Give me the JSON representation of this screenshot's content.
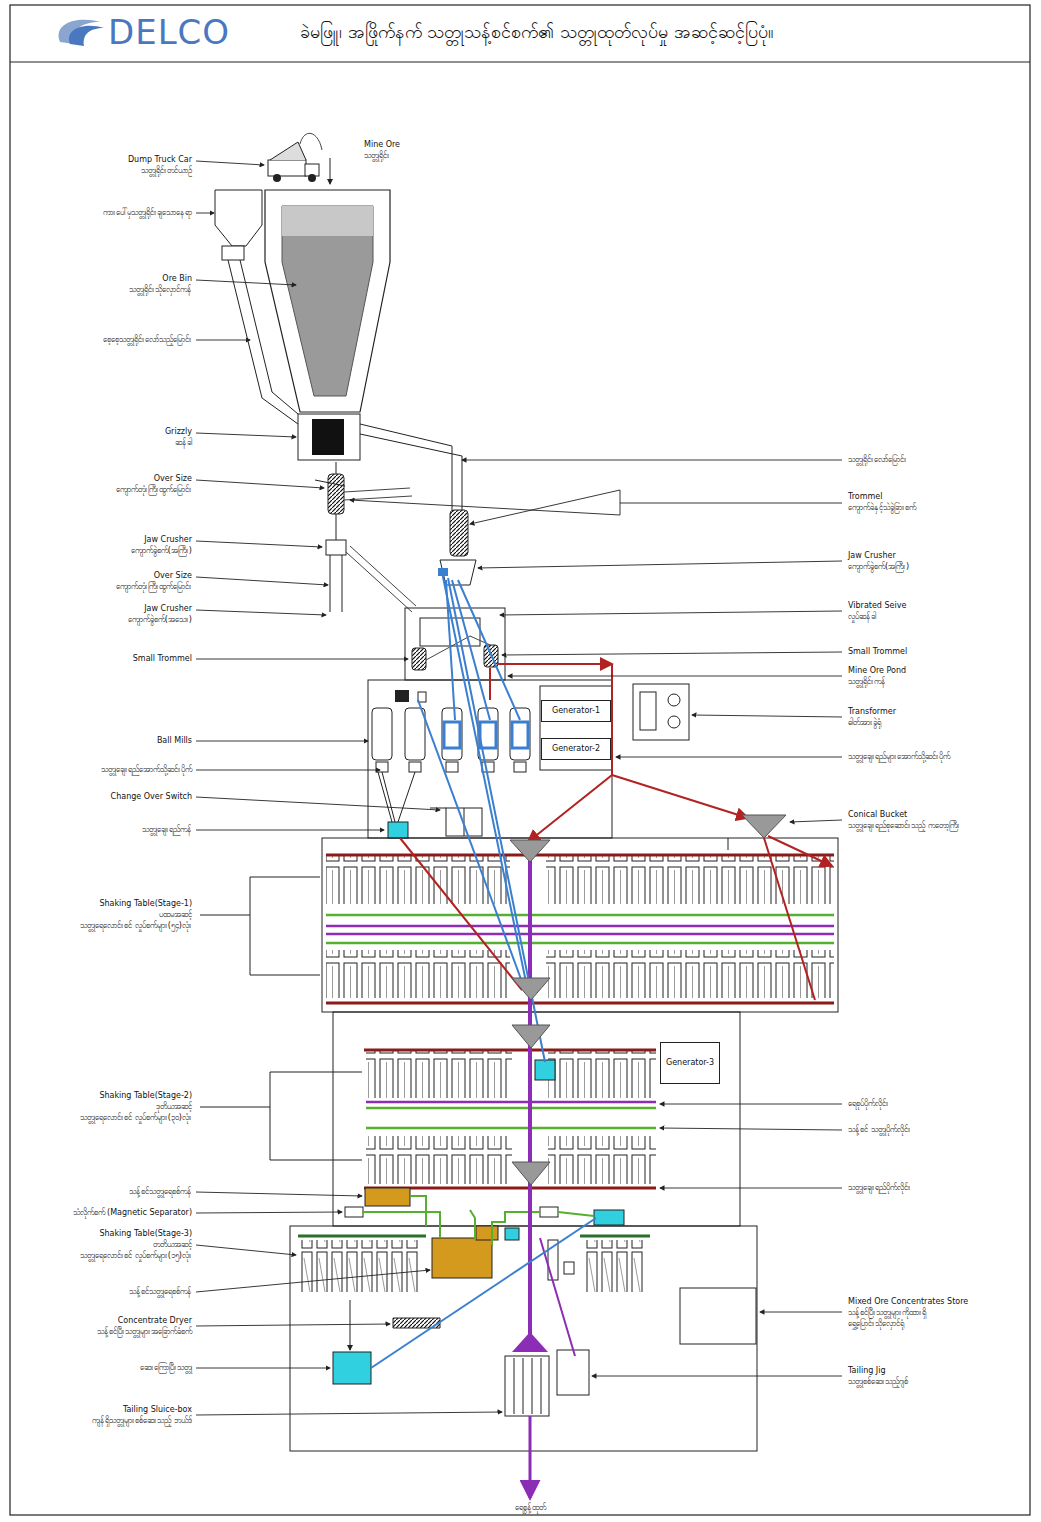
{
  "diagram": {
    "title": "ခဲမဖြူ၊ အဖြိုက်နက် သတ္တုသန့်စင်စက်၏ သတ္တုထုတ်လုပ်မှု အဆင့်ဆင့်ပြပုံ။",
    "nodes": [
      {
        "text": [
          "Generator-1"
        ]
      },
      {
        "text": [
          "Generator-2"
        ]
      },
      {
        "text": [
          "Generator-3"
        ]
      }
    ],
    "labels": [
      "Dump Truck Car",
      "သတ္တုရိုင်းတင်ယာဉ်",
      "Mine Ore",
      "သတ္တုရိုင်း",
      "ကားပေါ်မှသတ္တုရိုင်းချသောနေရာ",
      "Ore Bin",
      "သတ္တုရိုင်းသိုလှောင်ကန်",
      "စေ့စေ့သတ္တုရိုင်းလော်သည့်မြောင်း",
      "Grizzly",
      "ဆန်ခါ",
      "Over Size",
      "ကျောက်တုံးကြီးထွက်မြောင်း",
      "Jaw Crusher",
      "ကျောက်ခွဲစက်(အကြီး)",
      "Over Size",
      "ကျောက်တုံးကြီးထွက်မြောင်း",
      "Jaw Crusher",
      "ကျောက်ခွဲစက်(အသေး)",
      "Small Trommel",
      "Ball Mills",
      "သတ္တုချေးရည်အောက်သို့ဆင်းပိုက်",
      "Change Over Switch",
      "သတ္တုချေးရည်ကန်",
      "Shaking Table(Stage-1)",
      "ပထမအဆင့်",
      "သတ္တုရေလောင်းစင် လှုပ်စက်များ(၅၄)လုံး",
      "Shaking Table(Stage-2)",
      "ဒုတိယအဆင့်",
      "သတ္တုရေလောင်းစင် လှုပ်စက်များ(၃၀)လုံး",
      "သန့်စင်သတ္တုရေစစ်ကန်",
      "သံလိုက်စက် (Magnetic Separator)",
      "Shaking Table(Stage-3)",
      "တတိယအဆင့်",
      "သတ္တုရေလောင်းစင် လှုပ်စက်များ(၁၅)လုံး",
      "သန့်စင်သတ္တုရေစစ်ကန်",
      "Concentrate Dryer",
      "သန့်စင်ပြီးသတ္တုများအခြောက်ခံစက်",
      "ဆေးကြောပြီးသတ္တု",
      "Tailing Sluice-box",
      "ကျန်ရှိသတ္တုများစစ်ဆေးသည့် ဘယ်ဒ်",
      "သတ္တုရိုင်းလော်မြောင်း",
      "Trommel",
      "ကျောက်ခဲနှင့်သဲခွဲခြားစက်",
      "Jaw Crusher",
      "ကျောက်ခွဲစက်(အကြီး)",
      "Vibrated Seive",
      "လှုပ်ဆန်ခါ",
      "Small Trommel",
      "Mine Ore Pond",
      "သတ္တုရိုင်းကန်",
      "Transformer",
      "ဓါတ်အားခွဲရုံ",
      "သတ္တုချေးရည်များအောက်သို့ဆင်းပိုက်",
      "Conical Bucket",
      "သတ္တုချေးရည်စုဆောင်းသည့် ကတော့ကြီး",
      "ရေစုပ်ပိုက်လိုင်း",
      "သန့်စင် သတ္တုပိုက်လိုင်း",
      "သတ္တုချေးရည်ပိုက်လိုင်း",
      "Mixed Ore Concentrates Store",
      "သန့်စင်ပြီးသတ္တုများကိုထားရှိ",
      "ရွှေ့ပြောင်းသိုလှောင်ရုံ",
      "Tailing Jig",
      "သတ္တုစစ်ဆေးသည့်ဂျစ်",
      "ရေစွန့်ထုတ်",
      "DELCO"
    ]
  }
}
